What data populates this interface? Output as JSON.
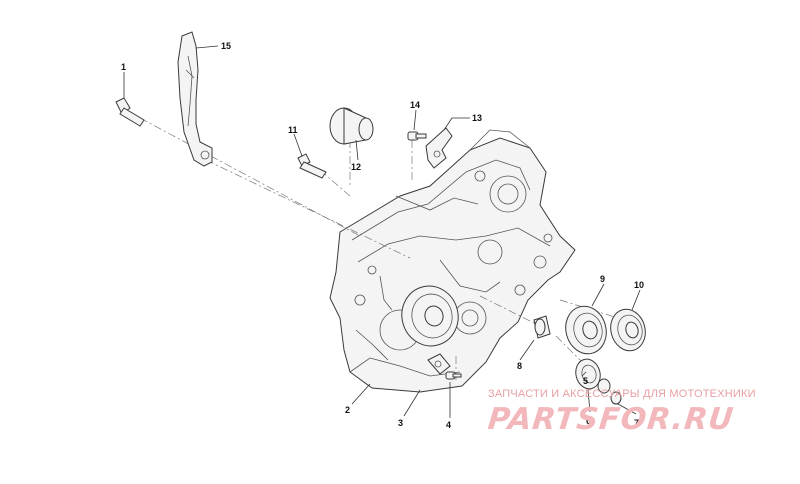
{
  "callouts": [
    {
      "id": "1",
      "label": "1"
    },
    {
      "id": "2",
      "label": "2"
    },
    {
      "id": "3",
      "label": "3"
    },
    {
      "id": "4",
      "label": "4"
    },
    {
      "id": "5",
      "label": "5"
    },
    {
      "id": "6",
      "label": "6"
    },
    {
      "id": "7",
      "label": "7"
    },
    {
      "id": "8",
      "label": "8"
    },
    {
      "id": "9",
      "label": "9"
    },
    {
      "id": "10",
      "label": "10"
    },
    {
      "id": "11",
      "label": "11"
    },
    {
      "id": "12",
      "label": "12"
    },
    {
      "id": "13",
      "label": "13"
    },
    {
      "id": "14",
      "label": "14"
    },
    {
      "id": "15",
      "label": "15"
    }
  ],
  "watermark": {
    "subtitle": "ЗАПЧАСТИ И АКСЕССУАРЫ ДЛЯ МОТОТЕХНИКИ",
    "logo": "PARTSFOR.RU",
    "color": "#f2b8bb"
  }
}
